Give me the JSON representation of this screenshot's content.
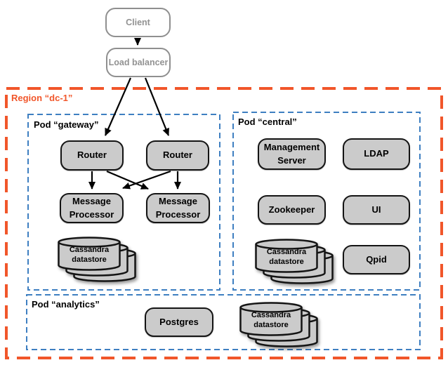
{
  "colors": {
    "region_border": "#F1562A",
    "pod_border": "#3E7FC1",
    "node_fill": "#CBCBCB",
    "node_border": "#141414",
    "external_border": "#8F8F8F",
    "external_text": "#929292",
    "arrow": "#000000"
  },
  "external": {
    "client": "Client",
    "load_balancer": "Load balancer"
  },
  "region": {
    "label": "Region “dc-1”"
  },
  "pods": {
    "gateway": {
      "label": "Pod “gateway”",
      "router1": "Router",
      "router2": "Router",
      "mp1": "Message Processor",
      "mp2": "Message Processor",
      "cassandra": {
        "line1": "Cassandra",
        "line2": "datastore"
      }
    },
    "central": {
      "label": "Pod “central”",
      "management_server": "Management Server",
      "ldap": "LDAP",
      "zookeeper": "Zookeeper",
      "ui": "UI",
      "cassandra": {
        "line1": "Cassandra",
        "line2": "datastore"
      },
      "qpid": "Qpid"
    },
    "analytics": {
      "label": "Pod “analytics”",
      "postgres": "Postgres",
      "cassandra": {
        "line1": "Cassandra",
        "line2": "datastore"
      }
    }
  }
}
